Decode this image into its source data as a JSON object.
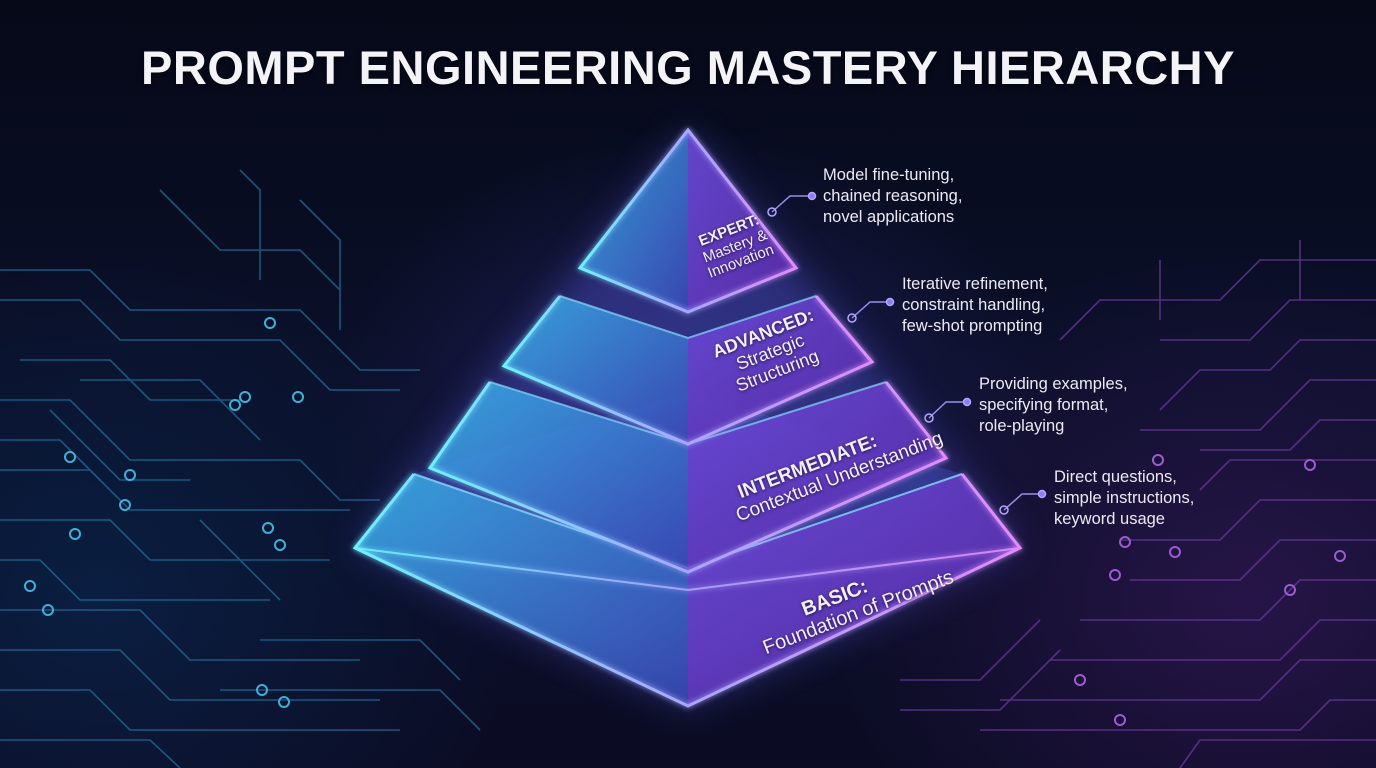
{
  "title": "PROMPT ENGINEERING MASTERY HIERARCHY",
  "colors": {
    "background": "#070b1e",
    "cyan_glow": "#5ee0ff",
    "purple_glow": "#c77dff",
    "text": "#f2eefc"
  },
  "pyramid": {
    "tiers": [
      {
        "level": "EXPERT:",
        "subtitle_lines": [
          "Mastery &",
          "Innovation"
        ]
      },
      {
        "level": "ADVANCED:",
        "subtitle_lines": [
          "Strategic",
          "Structuring"
        ]
      },
      {
        "level": "INTERMEDIATE:",
        "subtitle_lines": [
          "Contextual Understanding"
        ]
      },
      {
        "level": "BASIC:",
        "subtitle_lines": [
          "Foundation of Prompts"
        ]
      }
    ]
  },
  "callouts": [
    {
      "tier": "expert",
      "lines": [
        "Model fine-tuning,",
        "chained reasoning,",
        "novel applications"
      ]
    },
    {
      "tier": "advanced",
      "lines": [
        "Iterative refinement,",
        "constraint handling,",
        "few-shot prompting"
      ]
    },
    {
      "tier": "intermediate",
      "lines": [
        "Providing examples,",
        "specifying format,",
        "role-playing"
      ]
    },
    {
      "tier": "basic",
      "lines": [
        "Direct questions,",
        "simple instructions,",
        "keyword usage"
      ]
    }
  ]
}
